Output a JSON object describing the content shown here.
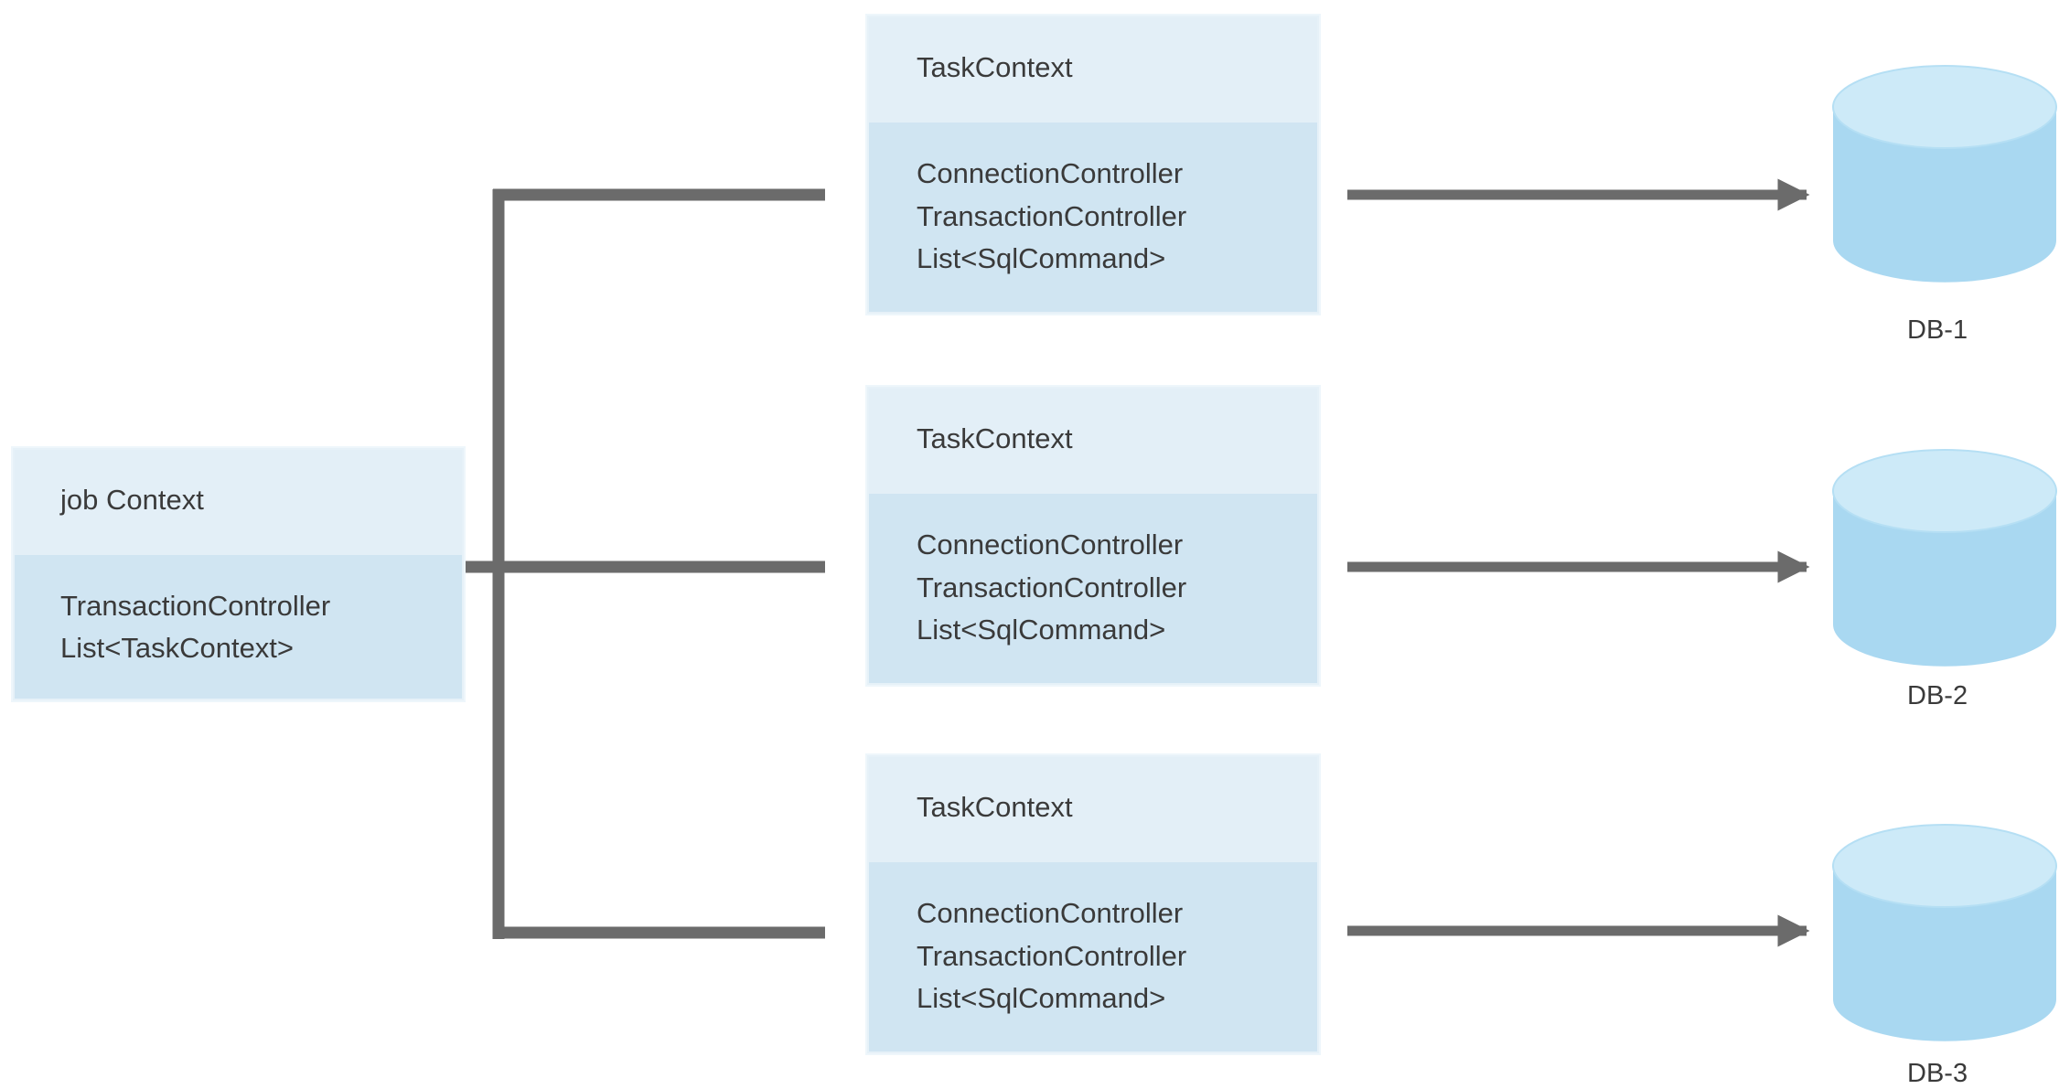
{
  "job_context": {
    "title": "job Context",
    "fields": [
      "TransactionController",
      "List<TaskContext>"
    ]
  },
  "task_contexts": [
    {
      "title": "TaskContext",
      "fields": [
        "ConnectionController",
        "TransactionController",
        "List<SqlCommand>"
      ]
    },
    {
      "title": "TaskContext",
      "fields": [
        "ConnectionController",
        "TransactionController",
        "List<SqlCommand>"
      ]
    },
    {
      "title": "TaskContext",
      "fields": [
        "ConnectionController",
        "TransactionController",
        "List<SqlCommand>"
      ]
    }
  ],
  "databases": [
    {
      "label": "DB-1"
    },
    {
      "label": "DB-2"
    },
    {
      "label": "DB-3"
    }
  ],
  "colors": {
    "connector": "#6b6b6b",
    "box_fill": "#d0e5f2",
    "box_header": "#e3eff7",
    "db_fill": "#a8d8f0"
  }
}
